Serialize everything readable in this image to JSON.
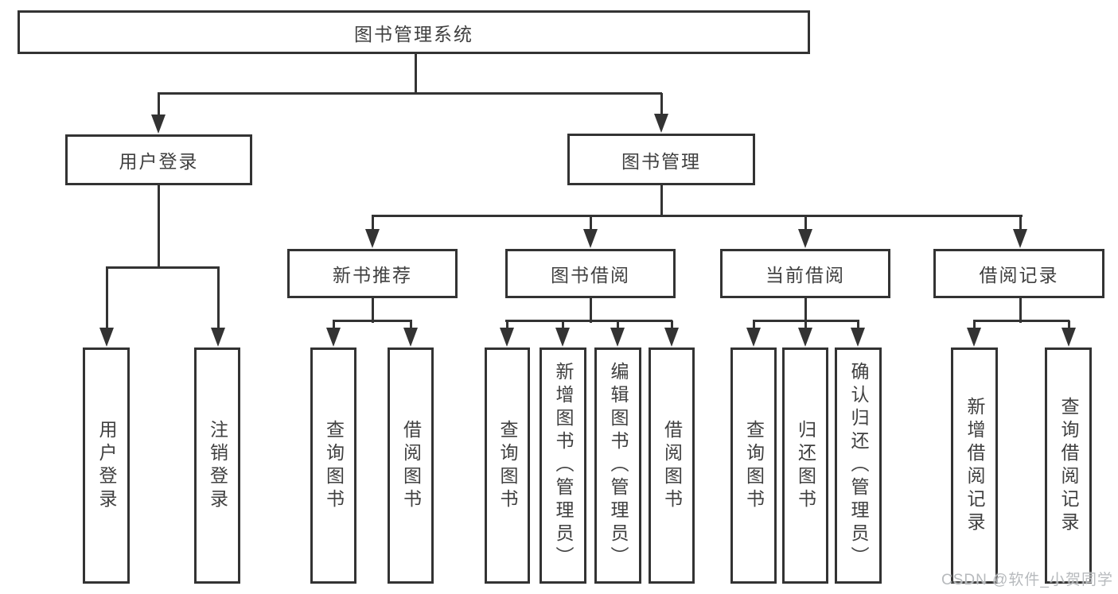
{
  "diagram": {
    "root": {
      "label": "图书管理系统",
      "children": [
        {
          "label": "用户登录",
          "children": [
            {
              "label": "用户登录"
            },
            {
              "label": "注销登录"
            }
          ]
        },
        {
          "label": "图书管理",
          "children": [
            {
              "label": "新书推荐",
              "children": [
                {
                  "label": "查询图书"
                },
                {
                  "label": "借阅图书"
                }
              ]
            },
            {
              "label": "图书借阅",
              "children": [
                {
                  "label": "查询图书"
                },
                {
                  "label": "新增图书（管理员）"
                },
                {
                  "label": "编辑图书（管理员）"
                },
                {
                  "label": "借阅图书"
                }
              ]
            },
            {
              "label": "当前借阅",
              "children": [
                {
                  "label": "查询图书"
                },
                {
                  "label": "归还图书"
                },
                {
                  "label": "确认归还（管理员）"
                }
              ]
            },
            {
              "label": "借阅记录",
              "children": [
                {
                  "label": "新增借阅记录"
                },
                {
                  "label": "查询借阅记录"
                }
              ]
            }
          ]
        }
      ]
    }
  },
  "watermark": {
    "text": "CSDN @软件_小贺同学"
  },
  "colors": {
    "line": "#333333",
    "text": "#404040",
    "watermark": "#b7babd"
  }
}
